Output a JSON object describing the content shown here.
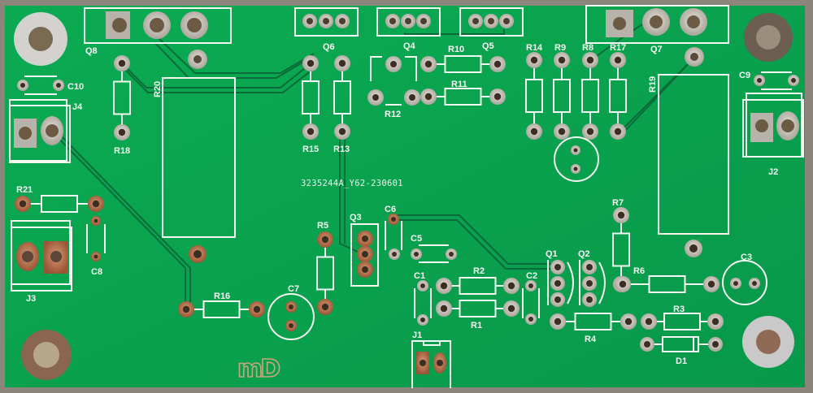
{
  "board": {
    "id_text": "3235244A_Y62-230601",
    "logo_text": "mD",
    "colors": {
      "soldermask": "#0aa24e",
      "silkscreen": "#f4f7f2",
      "pad": "#c9c4bb",
      "copper": "#b36b45",
      "background": "#8a8378"
    }
  },
  "labels": {
    "Q8": "Q8",
    "Q6": "Q6",
    "Q4": "Q4",
    "Q5": "Q5",
    "Q7": "Q7",
    "Q3": "Q3",
    "Q1": "Q1",
    "Q2": "Q2",
    "R1": "R1",
    "R2": "R2",
    "R3": "R3",
    "R4": "R4",
    "R5": "R5",
    "R6": "R6",
    "R7": "R7",
    "R8": "R8",
    "R9": "R9",
    "R10": "R10",
    "R11": "R11",
    "R12": "R12",
    "R13": "R13",
    "R14": "R14",
    "R15": "R15",
    "R16": "R16",
    "R17": "R17",
    "R18": "R18",
    "R19": "R19",
    "R20": "R20",
    "R21": "R21",
    "C1": "C1",
    "C2": "C2",
    "C3": "C3",
    "C5": "C5",
    "C6": "C6",
    "C7": "C7",
    "C8": "C8",
    "C9": "C9",
    "C10": "C10",
    "D1": "D1",
    "J1": "J1",
    "J2": "J2",
    "J3": "J3",
    "J4": "J4"
  }
}
